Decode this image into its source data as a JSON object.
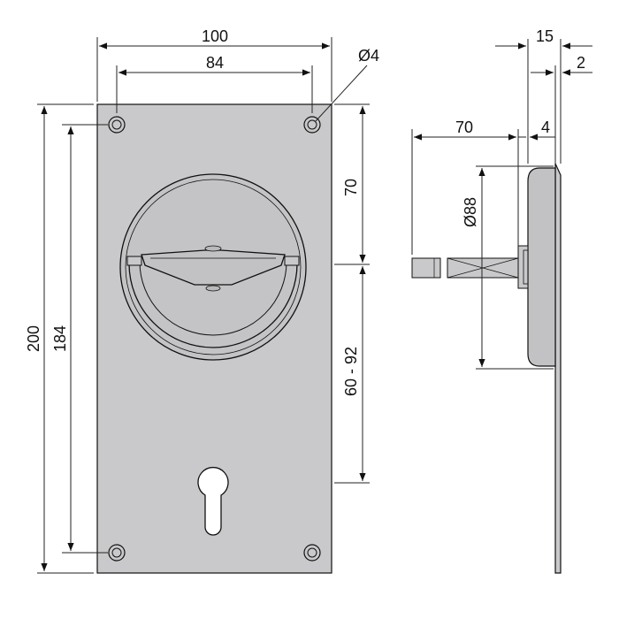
{
  "drawing": {
    "front_view": {
      "overall_width": "100",
      "hole_spacing_width": "84",
      "hole_diameter": "Ø4",
      "overall_height": "200",
      "hole_spacing_height": "184",
      "top_to_center": "70",
      "center_to_cylinder": "60 - 92"
    },
    "side_view": {
      "overall_depth": "15",
      "plate_thickness": "2",
      "spindle_length": "70",
      "plate_offset": "4",
      "rosette_diameter": "Ø88"
    },
    "colors": {
      "plate_fill": "#c9c9cb",
      "line": "#111111",
      "dimension_line": "#222222"
    }
  }
}
